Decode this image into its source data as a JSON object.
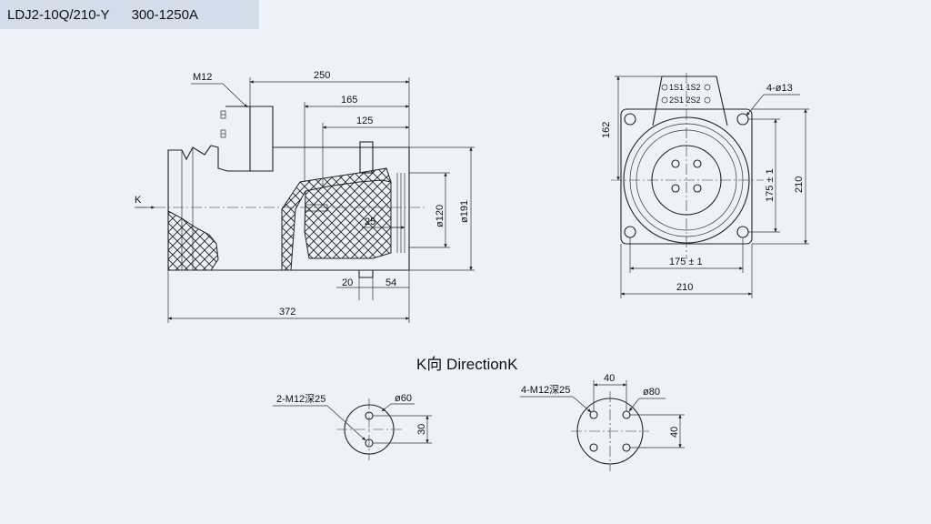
{
  "header": {
    "model": "LDJ2-10Q/210-Y",
    "range": "300-1250A"
  },
  "side_view": {
    "thread_label": "M12",
    "dims": {
      "d250": "250",
      "d165": "165",
      "d125": "125",
      "d25": "25",
      "d20": "20",
      "d54": "54",
      "d372": "372",
      "dia120": "ø120",
      "dia191": "ø191"
    },
    "direction_marker": "K"
  },
  "front_view": {
    "terminals": {
      "row1": "1S1 1S2",
      "row2": "2S1 2S2"
    },
    "dims": {
      "d162": "162",
      "holes": "4-ø13",
      "d175v": "175 ± 1",
      "d210v": "210",
      "d175h": "175 ± 1",
      "d210h": "210"
    }
  },
  "k_direction": {
    "caption": "K向 DirectionK",
    "left": {
      "thread": "2-M12深25",
      "dia": "ø60",
      "d30": "30"
    },
    "right": {
      "thread": "4-M12深25",
      "dia": "ø80",
      "d40top": "40",
      "d40side": "40"
    }
  }
}
